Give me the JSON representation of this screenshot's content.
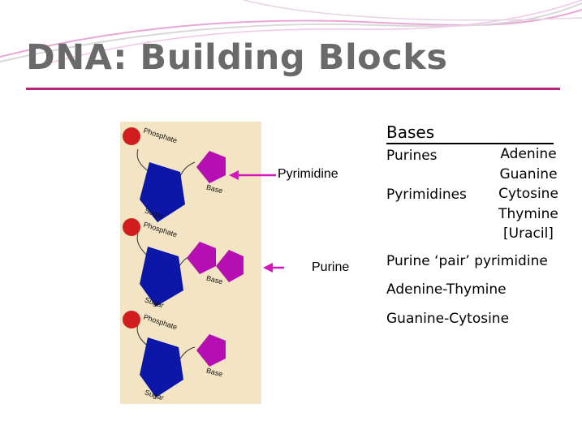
{
  "slide": {
    "title": "DNA: Building Blocks",
    "accent_color": "#b3267a"
  },
  "diagram": {
    "component_labels": [
      "Phosphate",
      "Sugar",
      "Base"
    ],
    "callouts": {
      "pyrimidine": "Pyrimidine",
      "purine": "Purine"
    },
    "colors": {
      "phosphate": "#d11d1d",
      "sugar": "#0c17a8",
      "base": "#b50fb3",
      "background": "#f3e5c4"
    }
  },
  "bases": {
    "heading": "Bases",
    "purines_label": "Purines",
    "pyrimidines_label": "Pyrimidines",
    "list": [
      "Adenine",
      "Guanine",
      "Cytosine",
      "Thymine",
      "[Uracil]"
    ]
  },
  "pairing": {
    "rule": "Purine ‘pair’ pyrimidine",
    "pairs": [
      "Adenine-Thymine",
      "Guanine-Cytosine"
    ]
  }
}
